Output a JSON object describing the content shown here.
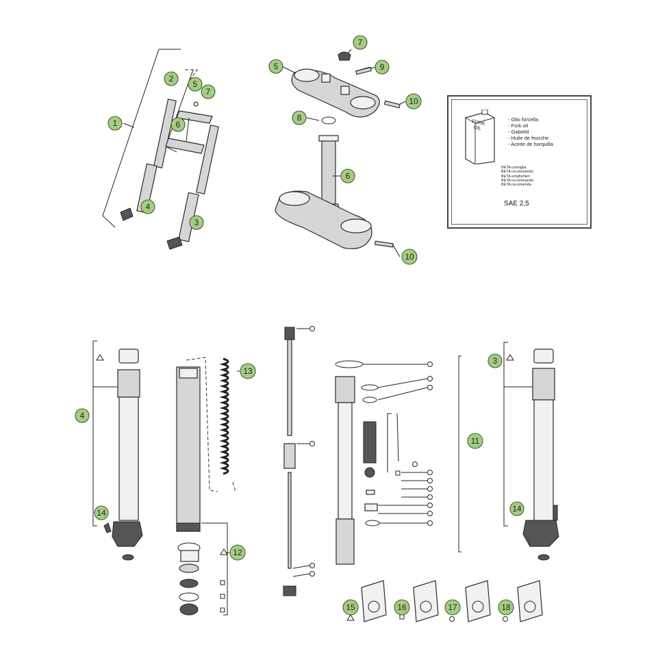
{
  "callouts": [
    {
      "id": "c1",
      "label": "1"
    },
    {
      "id": "c2",
      "label": "2"
    },
    {
      "id": "c5a",
      "label": "5"
    },
    {
      "id": "c7a",
      "label": "7"
    },
    {
      "id": "c6a",
      "label": "6"
    },
    {
      "id": "c4a",
      "label": "4"
    },
    {
      "id": "c3a",
      "label": "3"
    },
    {
      "id": "c7b",
      "label": "7"
    },
    {
      "id": "c5b",
      "label": "5"
    },
    {
      "id": "c9",
      "label": "9"
    },
    {
      "id": "c10a",
      "label": "10"
    },
    {
      "id": "c8",
      "label": "8"
    },
    {
      "id": "c6b",
      "label": "6"
    },
    {
      "id": "c10b",
      "label": "10"
    },
    {
      "id": "c4b",
      "label": "4"
    },
    {
      "id": "c14a",
      "label": "14"
    },
    {
      "id": "c13",
      "label": "13"
    },
    {
      "id": "c12",
      "label": "12"
    },
    {
      "id": "c11",
      "label": "11"
    },
    {
      "id": "c3b",
      "label": "3"
    },
    {
      "id": "c14b",
      "label": "14"
    },
    {
      "id": "c15",
      "label": "15"
    },
    {
      "id": "c16",
      "label": "16"
    },
    {
      "id": "c17",
      "label": "17"
    },
    {
      "id": "c18",
      "label": "18"
    }
  ],
  "info_box": {
    "can_label": "FORK OIL",
    "oil_names": [
      "- Olio forcella",
      "- Fork oil",
      "- Gabelöl",
      "- Huile de fourche",
      "- Aceite de horquilla"
    ],
    "brand_notes": [
      "BETA consiglia",
      "BETA recommends",
      "BETA empfiehlen",
      "BETA recommande",
      "BETA recomienda"
    ],
    "oil_grade": "SAE 2,5"
  },
  "icons": {
    "triangle": "triangle-symbol-icon",
    "square": "square-symbol-icon",
    "circle": "circle-symbol-icon"
  },
  "colors": {
    "callout_fill": "#a6cc86",
    "callout_stroke": "#3f5f2a"
  }
}
